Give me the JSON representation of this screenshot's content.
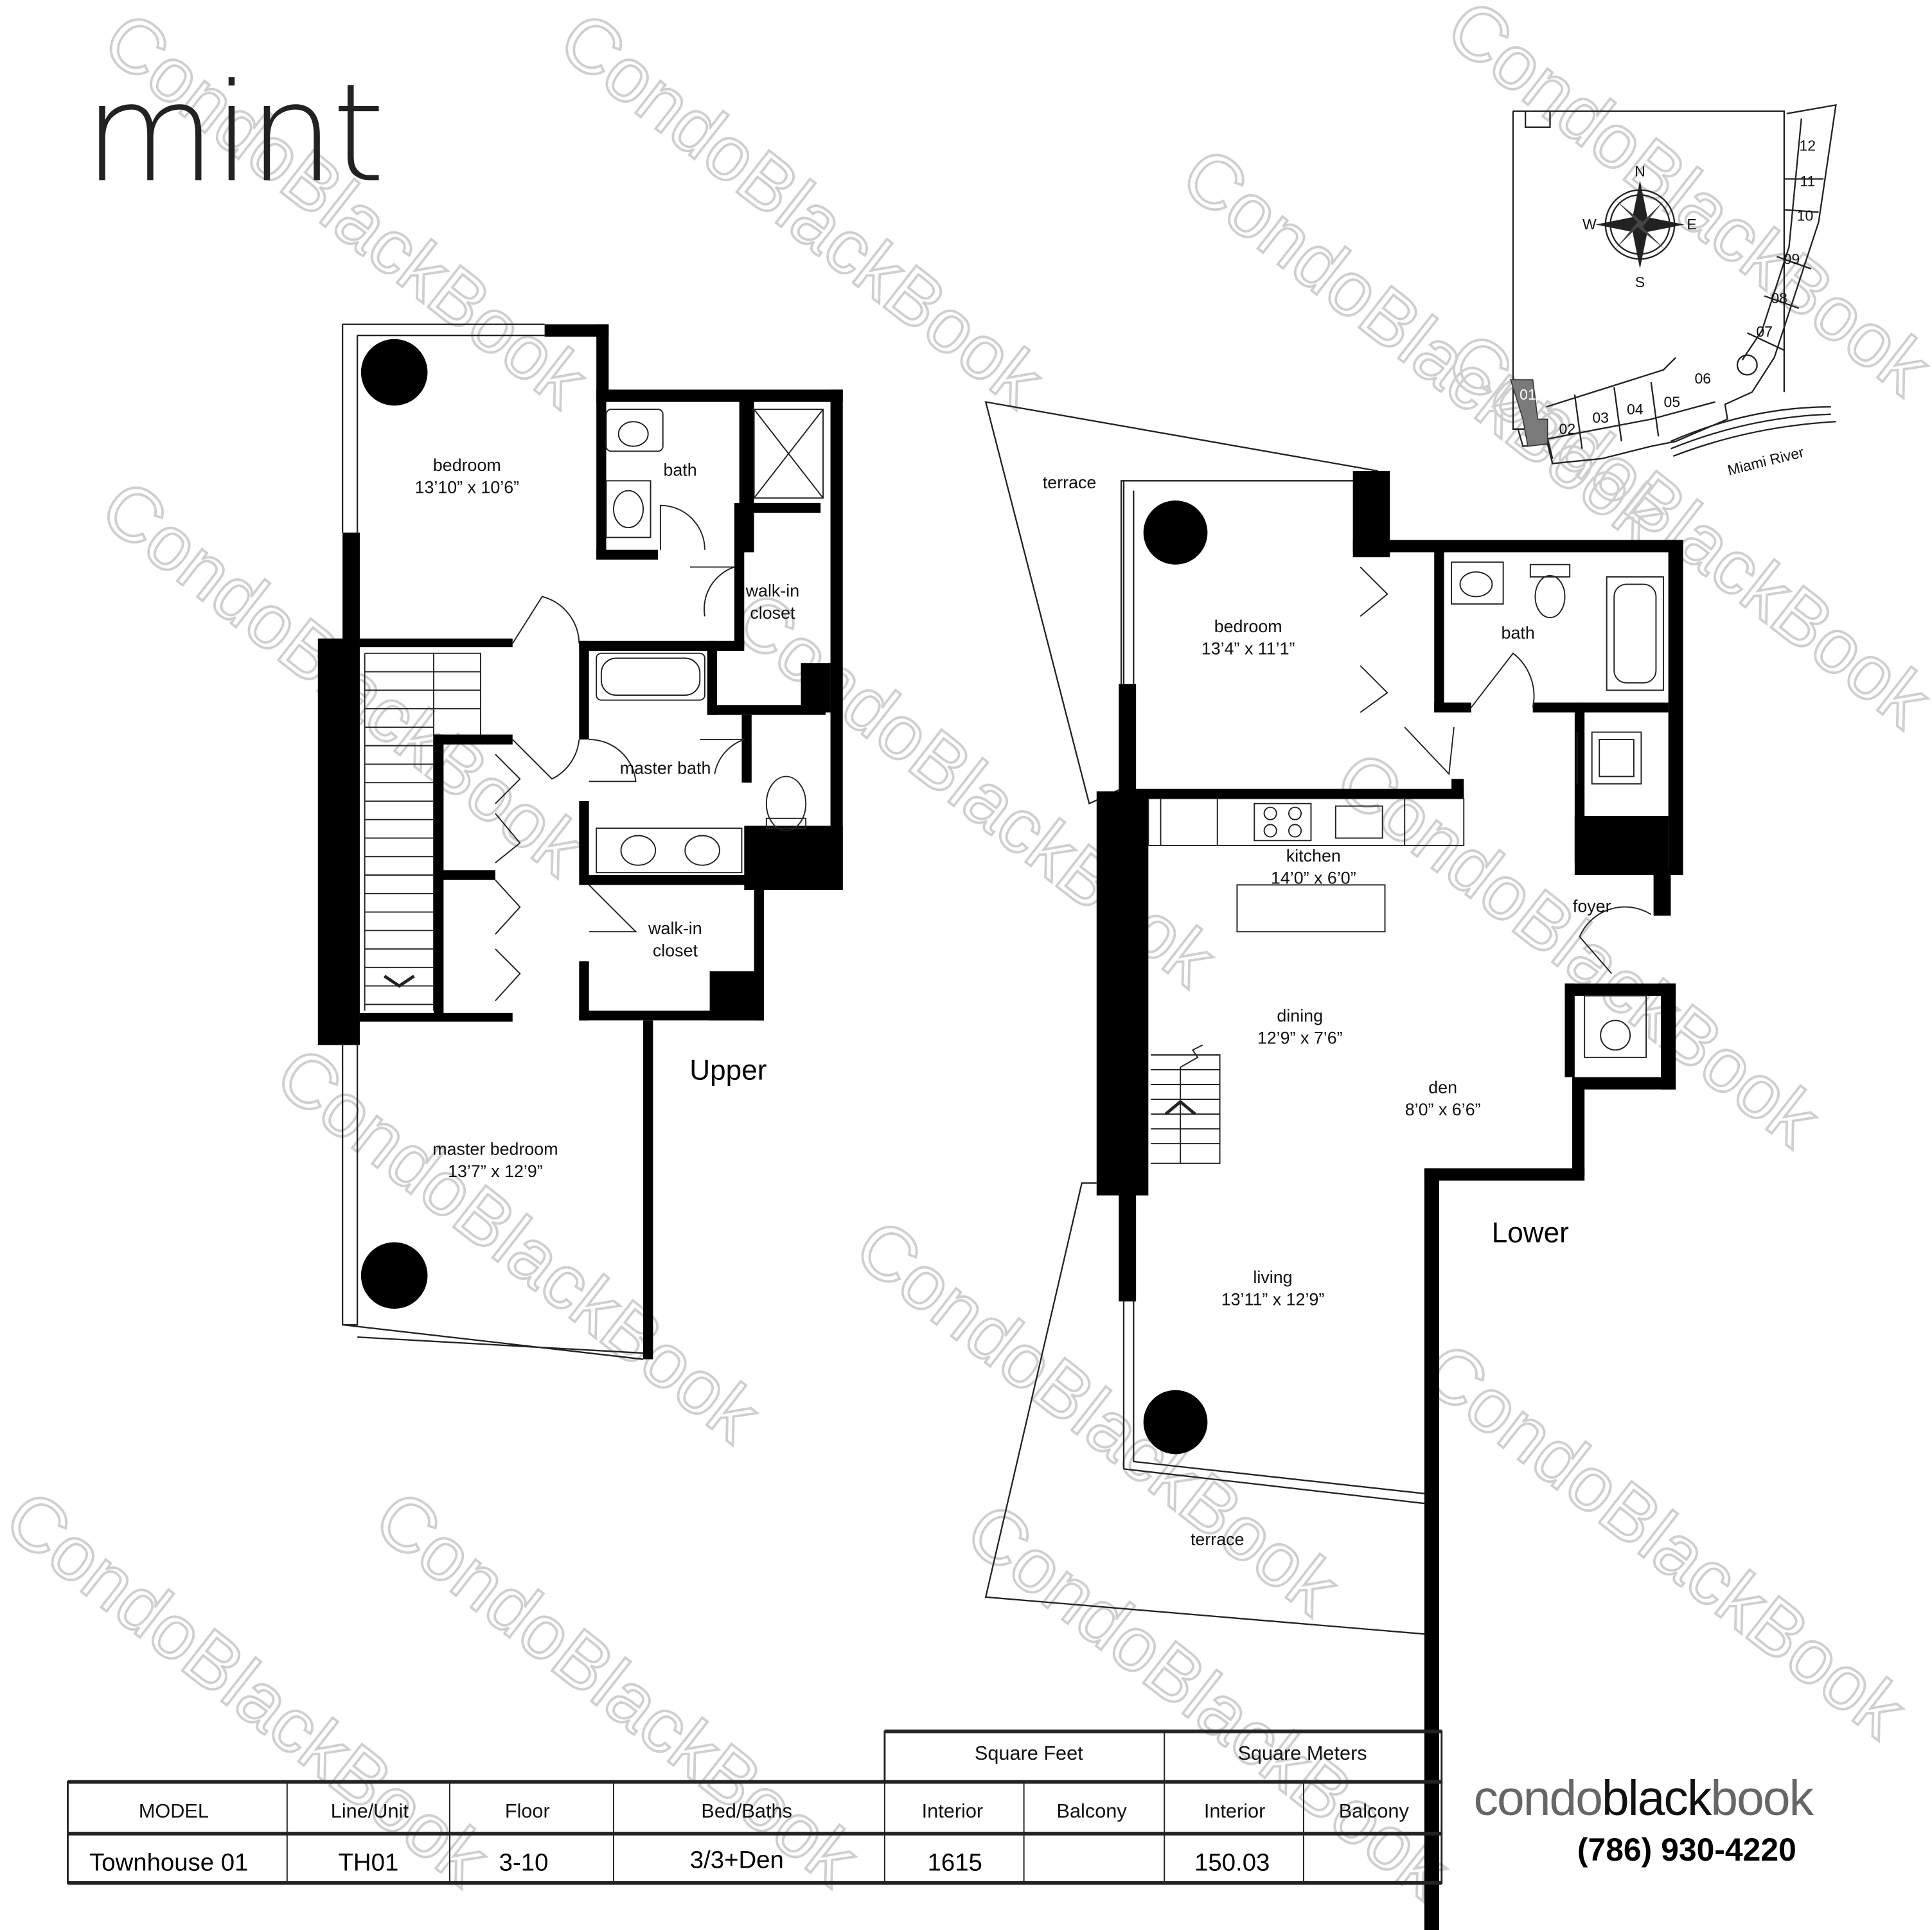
{
  "brand": {
    "logo_text": "mint"
  },
  "watermark": {
    "text": "CondoBlackBook"
  },
  "upper_plan": {
    "title": "Upper",
    "rooms": [
      {
        "name": "bedroom",
        "dims": "13’10” x 10’6”"
      },
      {
        "name": "bath",
        "dims": ""
      },
      {
        "name": "walk-in",
        "dims": "closet"
      },
      {
        "name": "master bath",
        "dims": ""
      },
      {
        "name": "walk-in",
        "dims": "closet"
      },
      {
        "name": "master bedroom",
        "dims": "13’7” x 12’9”"
      }
    ]
  },
  "lower_plan": {
    "title": "Lower",
    "rooms": [
      {
        "name": "terrace",
        "dims": ""
      },
      {
        "name": "bedroom",
        "dims": "13’4” x 11’1”"
      },
      {
        "name": "bath",
        "dims": ""
      },
      {
        "name": "kitchen",
        "dims": "14’0” x 6’0”"
      },
      {
        "name": "foyer",
        "dims": ""
      },
      {
        "name": "dining",
        "dims": "12’9” x 7’6”"
      },
      {
        "name": "den",
        "dims": "8’0” x 6’6”"
      },
      {
        "name": "living",
        "dims": "13’11” x 12’9”"
      },
      {
        "name": "terrace",
        "dims": ""
      }
    ]
  },
  "keyplan": {
    "compass": {
      "n": "N",
      "s": "S",
      "e": "E",
      "w": "W"
    },
    "units": [
      "01",
      "02",
      "03",
      "04",
      "05",
      "06",
      "07",
      "08",
      "09",
      "10",
      "11",
      "12"
    ],
    "highlighted_unit": "01",
    "highlight_color": "#7a7a7a",
    "river_label": "Miami River"
  },
  "table": {
    "group_headers": [
      "Square Feet",
      "Square Meters"
    ],
    "headers": [
      "MODEL",
      "Line/Unit",
      "Floor",
      "Bed/Baths",
      "Interior",
      "Balcony",
      "Interior",
      "Balcony"
    ],
    "row": [
      "Townhouse 01",
      "TH01",
      "3-10",
      "3/3+Den",
      "1615",
      "",
      "150.03",
      ""
    ]
  },
  "contact": {
    "brand_parts": [
      "condo",
      "black",
      "book"
    ],
    "phone": "(786) 930-4220"
  }
}
